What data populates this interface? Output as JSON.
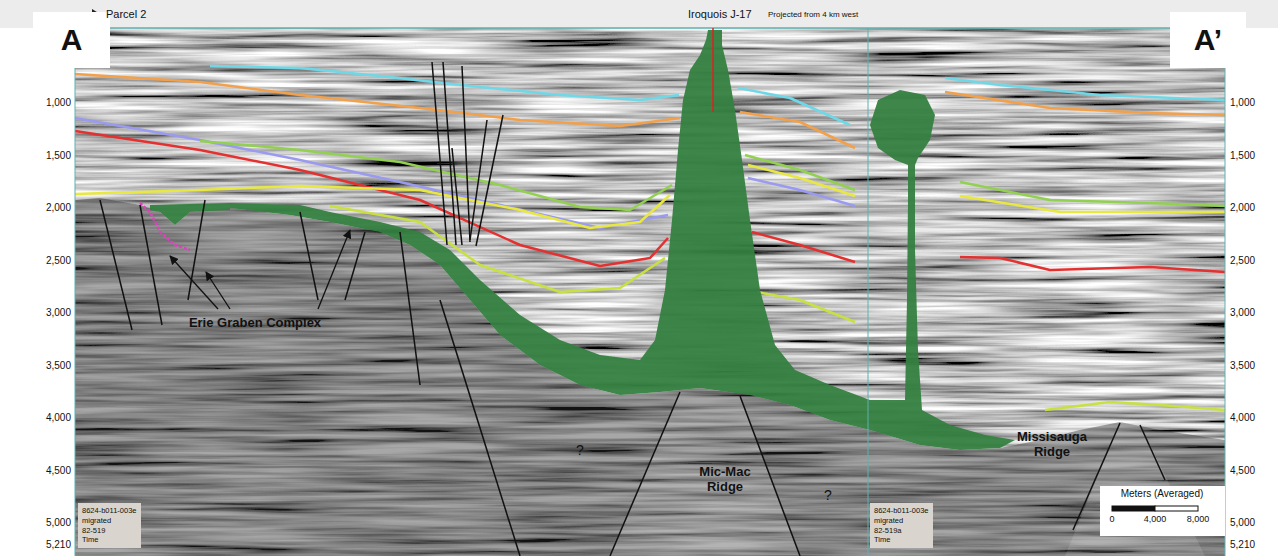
{
  "diagram": {
    "nodes": [
      {
        "text": [
          "A"
        ]
      },
      {
        "text": [
          "A’"
        ]
      },
      {
        "text": [
          "8624-b011-003e",
          "migrated",
          "82-519",
          "Time"
        ]
      },
      {
        "text": [
          "8624-b011-003e",
          "migrated",
          "82-519a",
          "Time"
        ]
      },
      {
        "text": [
          "Meters (Averaged)",
          "0",
          "4,000",
          "8,000"
        ]
      }
    ],
    "labels": [
      "Parcel 2",
      "Iroquois J-17",
      "Projected from 4 km west",
      "1,000",
      "1,500",
      "2,000",
      "2,500",
      "3,000",
      "3,500",
      "4,000",
      "4,500",
      "5,000",
      "5,210",
      "1,000",
      "1,500",
      "2,000",
      "2,500",
      "3,000",
      "3,500",
      "4,000",
      "4,500",
      "5,000",
      "5,210",
      "Erie Graben Complex",
      "?",
      "Mic-Mac Ridge",
      "?",
      "Missisauga Ridge"
    ]
  }
}
